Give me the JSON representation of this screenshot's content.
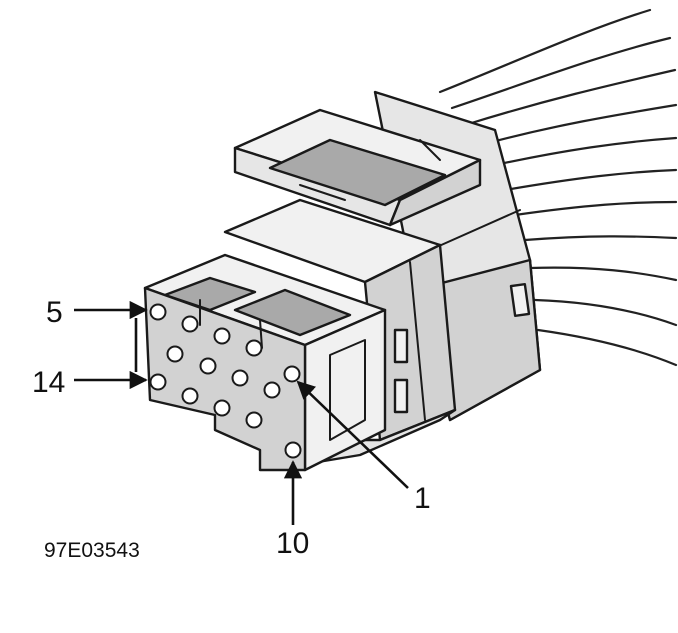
{
  "figure": {
    "code": "97E03543"
  },
  "callouts": [
    {
      "id": "pin-5",
      "label": "5"
    },
    {
      "id": "pin-14",
      "label": "14"
    },
    {
      "id": "pin-1",
      "label": "1"
    },
    {
      "id": "pin-10",
      "label": "10"
    }
  ]
}
